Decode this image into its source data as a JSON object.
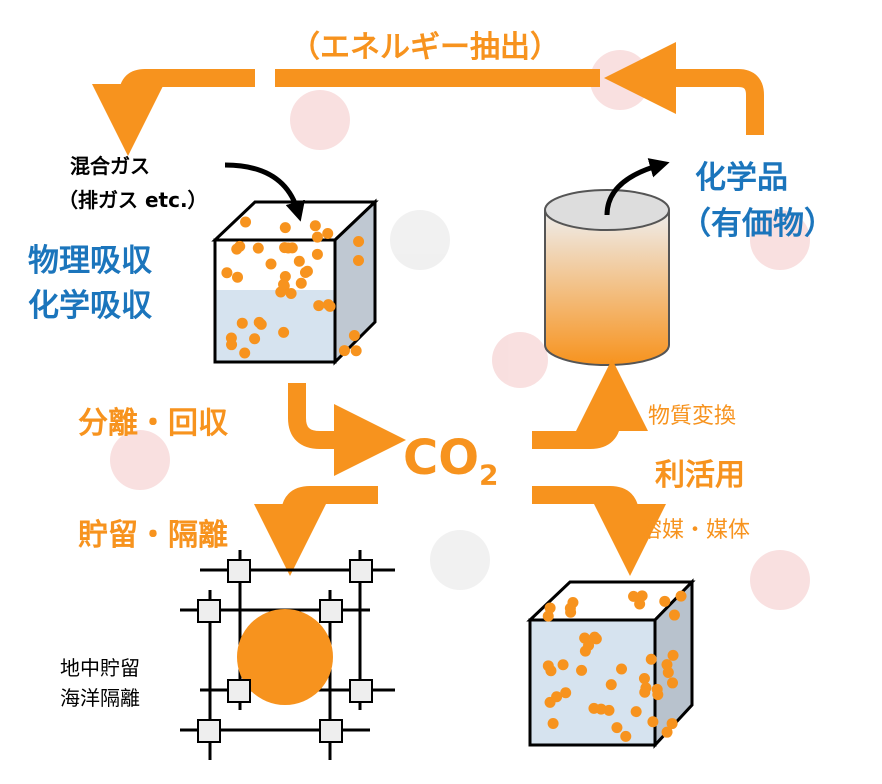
{
  "colors": {
    "orange": "#f7931e",
    "blue": "#1b75bc",
    "liquid": "#d6e3ef"
  },
  "labels": {
    "energy": "（エネルギー抽出）",
    "mixed_gas": "混合ガス",
    "exhaust": "（排ガス etc.）",
    "physical": "物理吸収",
    "chemical": "化学吸収",
    "chemicals": "化学品",
    "valuables": "（有価物）",
    "separation": "分離・回収",
    "co2_main": "CO",
    "co2_sub": "2",
    "conversion": "物質変換",
    "utilization": "利活用",
    "solvent": "溶媒・媒体",
    "storage": "貯留・隔離",
    "underground": "地中貯留",
    "ocean": "海洋隔離"
  }
}
